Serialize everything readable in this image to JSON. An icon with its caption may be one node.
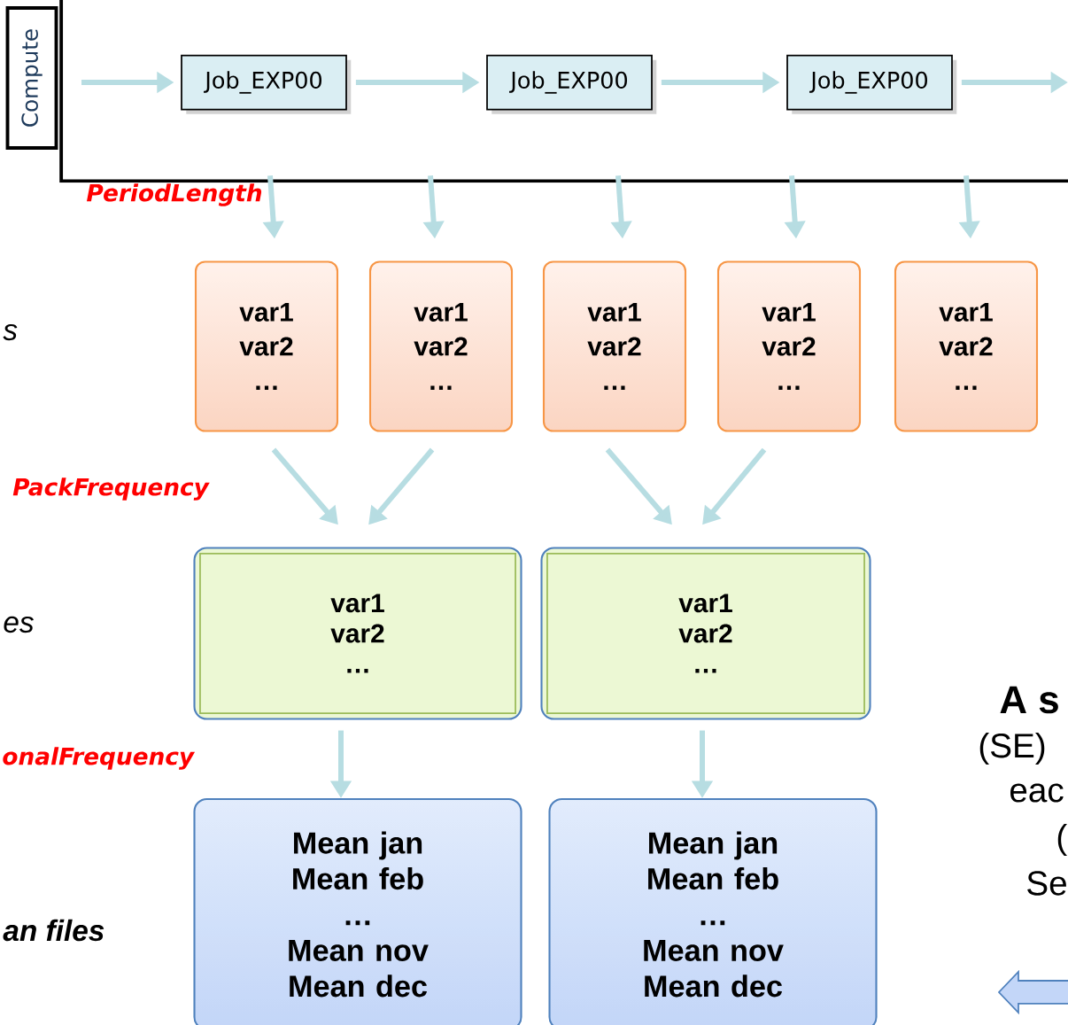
{
  "diagram": {
    "nodes": [
      {
        "text": [
          "Compute"
        ]
      },
      {
        "text": [],
        "shape": "box"
      },
      {
        "text": [
          "Job_EXP00"
        ],
        "in": 1
      },
      {
        "text": [
          "Job_EXP00"
        ],
        "in": 1
      },
      {
        "text": [
          "Job_EXP00"
        ],
        "in": 1
      },
      {
        "text": [
          "var1",
          "var2",
          "…"
        ]
      },
      {
        "text": [
          "var1",
          "var2",
          "…"
        ]
      },
      {
        "text": [
          "var1",
          "var2",
          "…"
        ]
      },
      {
        "text": [
          "var1",
          "var2",
          "…"
        ]
      },
      {
        "text": [
          "var1",
          "var2",
          "…"
        ]
      },
      {
        "text": [
          "var1",
          "var2",
          "…"
        ]
      },
      {
        "text": [
          "var1",
          "var2",
          "…"
        ]
      },
      {
        "text": [
          "Mean jan",
          "Mean feb",
          "…",
          "Mean nov",
          "Mean dec"
        ]
      },
      {
        "text": [
          "Mean jan",
          "Mean feb",
          "…",
          "Mean nov",
          "Mean dec"
        ]
      }
    ],
    "edges": [
      {
        "from": null,
        "to": 2,
        "arrow": "to"
      },
      {
        "from": 2,
        "to": 3,
        "arrow": "to"
      },
      {
        "from": 3,
        "to": 4,
        "arrow": "to"
      },
      {
        "from": 4,
        "to": null,
        "arrow": "to"
      },
      {
        "from": 1,
        "to": 5,
        "arrow": "to"
      },
      {
        "from": 1,
        "to": 6,
        "arrow": "to"
      },
      {
        "from": 1,
        "to": 7,
        "arrow": "to"
      },
      {
        "from": 1,
        "to": 8,
        "arrow": "to"
      },
      {
        "from": 1,
        "to": 9,
        "arrow": "to"
      },
      {
        "from": 5,
        "to": 10,
        "arrow": "to"
      },
      {
        "from": 6,
        "to": 10,
        "arrow": "to"
      },
      {
        "from": 7,
        "to": 11,
        "arrow": "to"
      },
      {
        "from": 8,
        "to": 11,
        "arrow": "to"
      },
      {
        "from": 10,
        "to": 12,
        "arrow": "to"
      },
      {
        "from": 11,
        "to": 13,
        "arrow": "to"
      }
    ],
    "labels": [
      "PeriodLength",
      "PackFrequency",
      "onalFrequency",
      "s",
      "es",
      "an files",
      "A s",
      "(SE)",
      "eac",
      "(",
      "Se"
    ]
  }
}
